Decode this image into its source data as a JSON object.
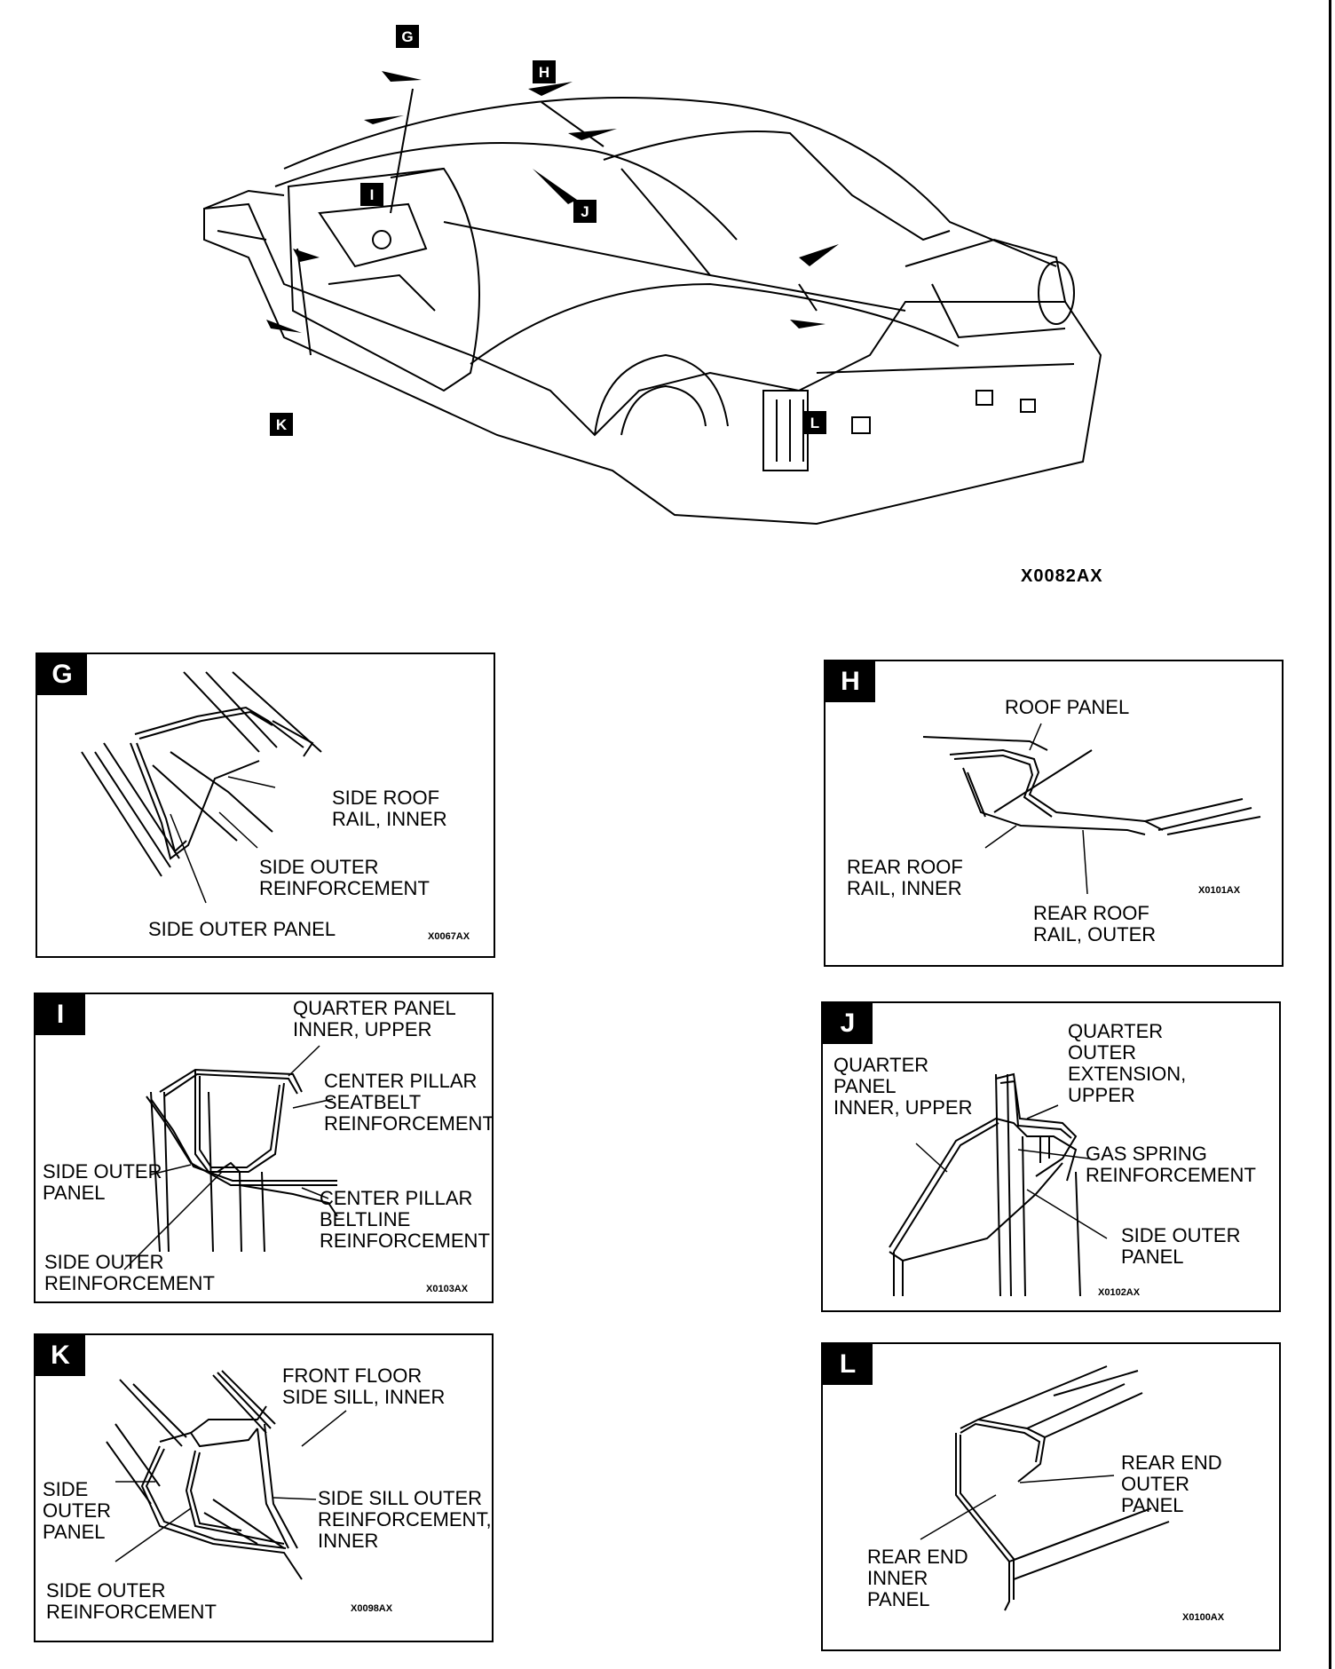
{
  "overview": {
    "callouts": [
      "G",
      "H",
      "I",
      "J",
      "K",
      "L"
    ],
    "figure_code": "X0082AX"
  },
  "panels": {
    "G": {
      "letter": "G",
      "labels": [
        "SIDE ROOF\nRAIL, INNER",
        "SIDE OUTER\nREINFORCEMENT",
        "SIDE OUTER PANEL"
      ],
      "code": "X0067AX"
    },
    "H": {
      "letter": "H",
      "labels": [
        "ROOF PANEL",
        "REAR ROOF\nRAIL, INNER",
        "REAR ROOF\nRAIL, OUTER"
      ],
      "code": "X0101AX"
    },
    "I": {
      "letter": "I",
      "labels": [
        "QUARTER PANEL\nINNER, UPPER",
        "CENTER PILLAR\nSEATBELT\nREINFORCEMENT",
        "SIDE OUTER\nPANEL",
        "CENTER PILLAR\nBELTLINE\nREINFORCEMENT",
        "SIDE OUTER\nREINFORCEMENT"
      ],
      "code": "X0103AX"
    },
    "J": {
      "letter": "J",
      "labels": [
        "QUARTER\nOUTER\nEXTENSION,\nUPPER",
        "QUARTER\nPANEL\nINNER, UPPER",
        "GAS SPRING\nREINFORCEMENT",
        "SIDE OUTER\nPANEL"
      ],
      "code": "X0102AX"
    },
    "K": {
      "letter": "K",
      "labels": [
        "FRONT FLOOR\nSIDE SILL, INNER",
        "SIDE\nOUTER\nPANEL",
        "SIDE SILL OUTER\nREINFORCEMENT,\nINNER",
        "SIDE OUTER\nREINFORCEMENT"
      ],
      "code": "X0098AX"
    },
    "L": {
      "letter": "L",
      "labels": [
        "REAR END\nOUTER\nPANEL",
        "REAR END\nINNER\nPANEL"
      ],
      "code": "X0100AX"
    }
  }
}
